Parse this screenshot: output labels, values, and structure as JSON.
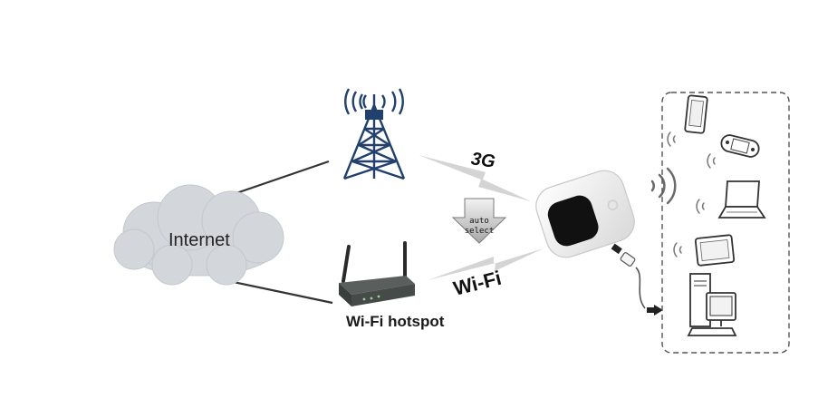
{
  "labels": {
    "internet": "Internet",
    "wifi_hotspot": "Wi-Fi hotspot",
    "link_3g": "3G",
    "link_wifi": "Wi-Fi",
    "auto_select_line1": "auto",
    "auto_select_line2": "select"
  },
  "icons": [
    "cloud-icon",
    "cell-tower-icon",
    "router-icon",
    "mobile-wifi-device-icon",
    "smartphone-icon",
    "game-console-icon",
    "laptop-icon",
    "tablet-icon",
    "desktop-computer-icon",
    "usb-cable-icon"
  ],
  "colors": {
    "cloud": "#d3d7dc",
    "lightning": "#d4d4d4",
    "tower": "#22406e",
    "device_screen": "#111111"
  }
}
